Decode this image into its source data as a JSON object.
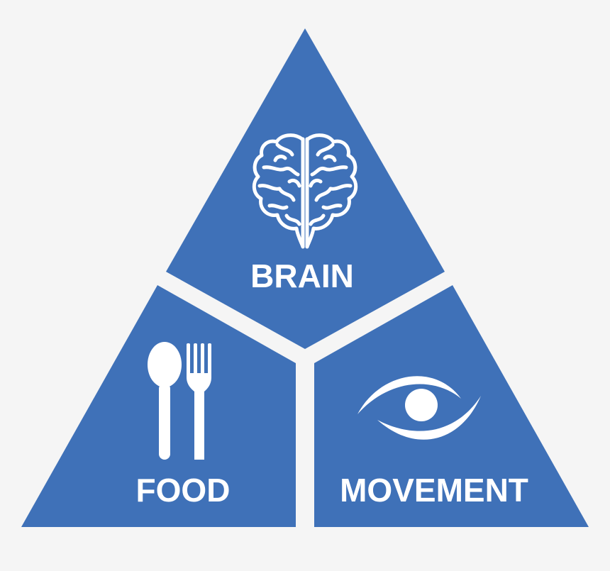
{
  "colors": {
    "background": "#f5f5f5",
    "segment_fill": "#3f71b8",
    "icon_and_text": "#ffffff"
  },
  "segments": {
    "top": {
      "label": "BRAIN",
      "icon": "brain-icon"
    },
    "bottom_left": {
      "label": "FOOD",
      "icon": "spoon-fork-icon"
    },
    "bottom_right": {
      "label": "MOVEMENT",
      "icon": "eye-icon"
    }
  }
}
